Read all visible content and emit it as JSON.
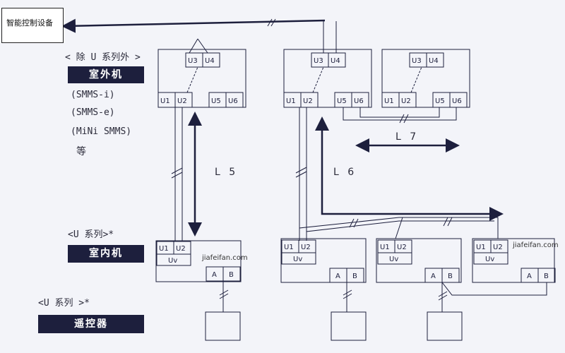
{
  "device_label": "智能控制设备",
  "outdoor_group": {
    "exclusion": "< 除 U 系列外 >",
    "title": "室外机",
    "models": [
      "(SMMS-i)",
      "(SMMS-e)",
      "(MiNi SMMS)"
    ],
    "etc": "等"
  },
  "indoor_group": {
    "series": "<U 系列>*",
    "title": "室内机"
  },
  "remote_group": {
    "series": "<U 系列 >*",
    "title": "遥控器"
  },
  "distances": {
    "l5": "L 5",
    "l6": "L 6",
    "l7": "L 7"
  },
  "ports": {
    "u1": "U1",
    "u2": "U2",
    "u3": "U3",
    "u4": "U4",
    "u5": "U5",
    "u6": "U6",
    "uv": "Uv",
    "a": "A",
    "b": "B"
  },
  "watermark": "jiafeifan.com",
  "colors": {
    "line": "#1d1f3d",
    "badge": "#1d1f3d",
    "background": "#f3f4f9"
  }
}
